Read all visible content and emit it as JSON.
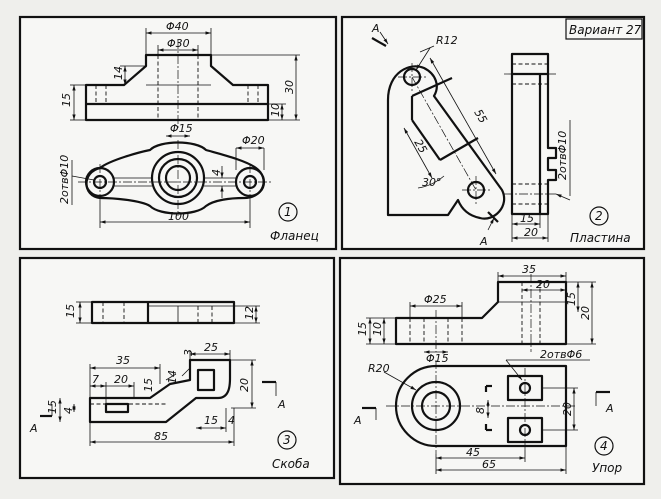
{
  "variant": "Вариант 27",
  "panel1": {
    "number": "1",
    "title": "Фланец",
    "dims": {
      "d40": "Φ40",
      "d30": "Φ30",
      "h14": "14",
      "h15": "15",
      "h10": "10",
      "h30": "30",
      "d15": "Φ15",
      "d20": "Φ20",
      "holes": "2отвΦ10",
      "w4": "4",
      "l100": "100"
    }
  },
  "panel2": {
    "number": "2",
    "title": "Пластина",
    "dims": {
      "r12": "R12",
      "l55": "55",
      "l25": "25",
      "ang30": "30°",
      "holes": "2отвΦ10",
      "w15": "15",
      "w20": "20",
      "cutA": "A"
    }
  },
  "panel3": {
    "number": "3",
    "title": "Скоба",
    "dims": {
      "h15a": "15",
      "h12": "12",
      "l35": "35",
      "l25": "25",
      "l20a": "20",
      "l7": "7",
      "l15": "15",
      "l3": "3",
      "l14": "14",
      "l4": "4",
      "h20": "20",
      "l15b": "15",
      "l4b": "4",
      "l85": "85",
      "h15b": "15",
      "cutA": "A"
    }
  },
  "panel4": {
    "number": "4",
    "title": "Упор",
    "dims": {
      "l35": "35",
      "l20": "20",
      "d25": "Φ25",
      "h15": "15",
      "h10": "10",
      "h15r": "15",
      "h20r": "20",
      "d15": "Φ15",
      "holes": "2отвΦ6",
      "r20": "R20",
      "h20": "20",
      "w8": "8",
      "l45": "45",
      "l65": "65",
      "cutA": "A"
    }
  }
}
